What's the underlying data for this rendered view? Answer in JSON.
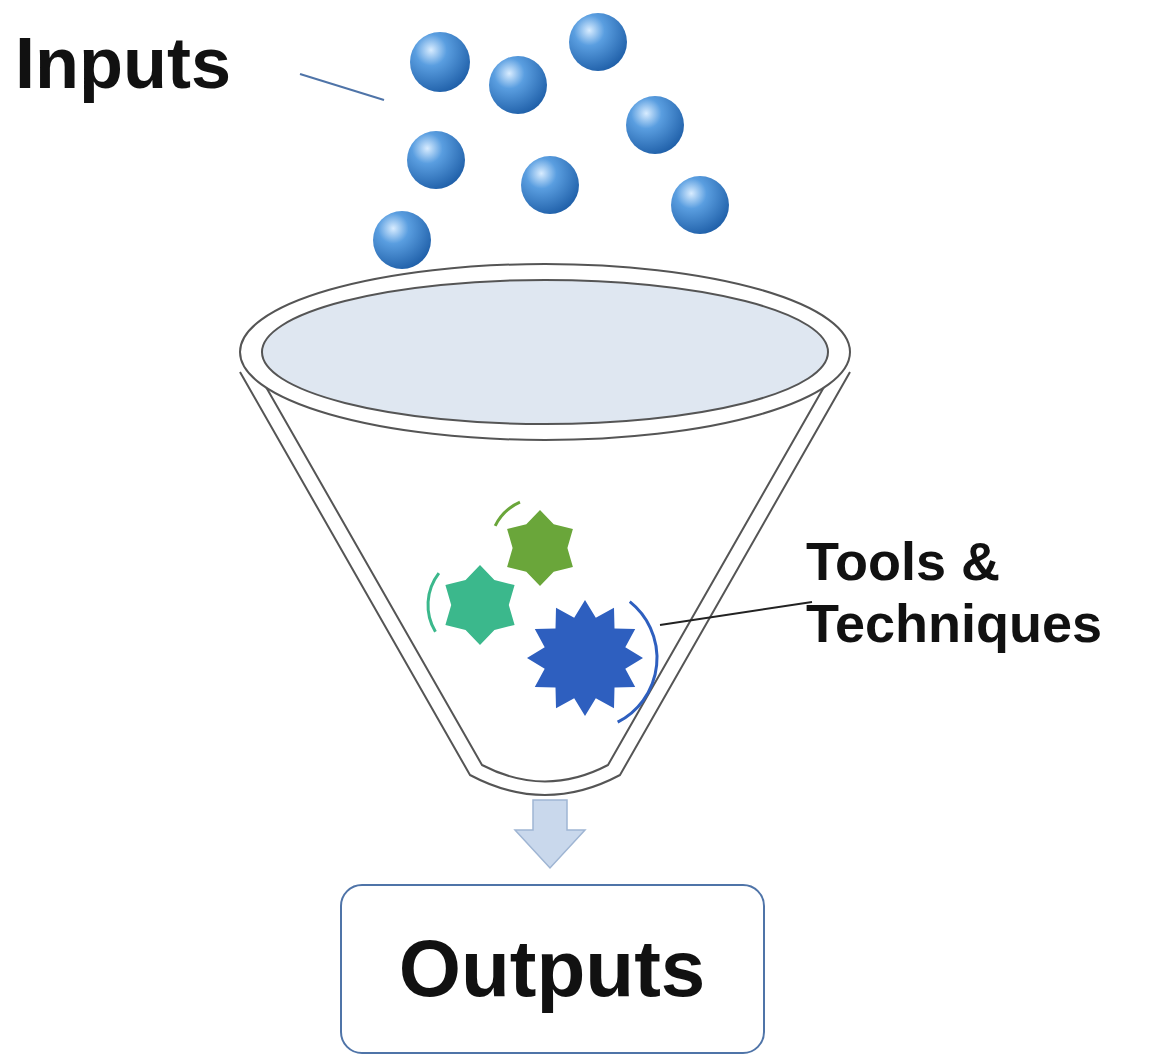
{
  "diagram": {
    "nodes": [
      {
        "text": [
          "Outputs"
        ]
      }
    ],
    "labels": [
      "Inputs",
      "Tools & Techniques"
    ]
  }
}
